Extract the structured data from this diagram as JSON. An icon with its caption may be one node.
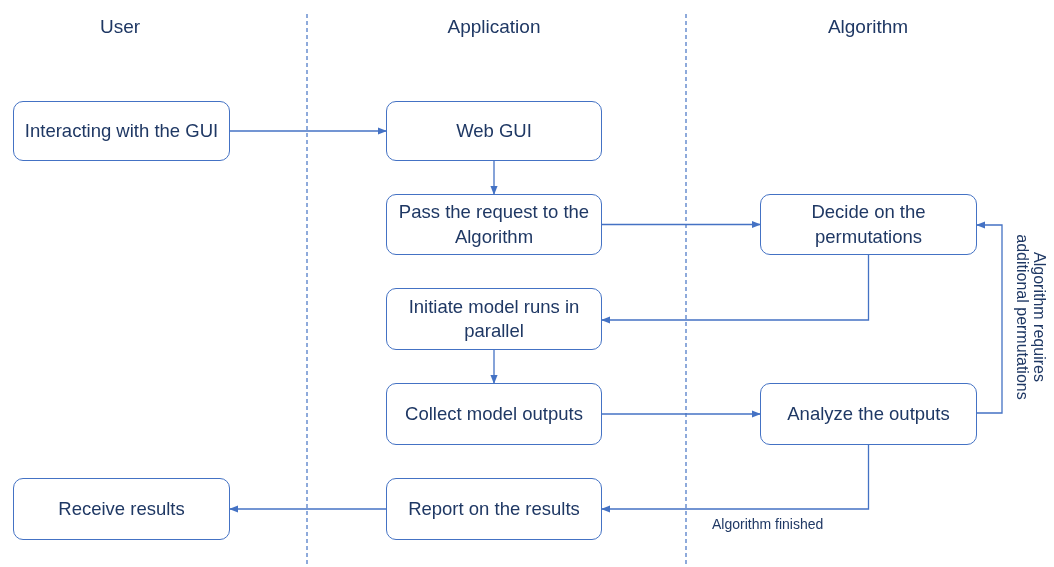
{
  "diagram": {
    "nodes": [
      {
        "text": [
          "Interacting with the GUI"
        ]
      },
      {
        "text": [
          "Web GUI"
        ]
      },
      {
        "text": [
          "Pass the request to the Algorithm"
        ]
      },
      {
        "text": [
          "Decide on the permutations"
        ]
      },
      {
        "text": [
          "Initiate model runs in parallel"
        ]
      },
      {
        "text": [
          "Collect model outputs"
        ]
      },
      {
        "text": [
          "Analyze the outputs"
        ]
      },
      {
        "text": [
          "Receive results"
        ]
      },
      {
        "text": [
          "Report on the results"
        ]
      }
    ],
    "edges": [
      {
        "from": 0,
        "to": 1,
        "arrow": "to"
      },
      {
        "from": 1,
        "to": 2,
        "arrow": "to"
      },
      {
        "from": 2,
        "to": 3,
        "arrow": "to"
      },
      {
        "from": 3,
        "to": 4,
        "arrow": "to"
      },
      {
        "from": 4,
        "to": 5,
        "arrow": "to"
      },
      {
        "from": 5,
        "to": 6,
        "arrow": "to"
      },
      {
        "from": 6,
        "to": 3,
        "arrow": "to",
        "label": "Algorithm requires additional permutations"
      },
      {
        "from": 6,
        "to": 8,
        "arrow": "to",
        "label": "Algorithm finished"
      },
      {
        "from": 8,
        "to": 7,
        "arrow": "to"
      }
    ],
    "labels": [
      "User",
      "Application",
      "Algorithm"
    ]
  }
}
